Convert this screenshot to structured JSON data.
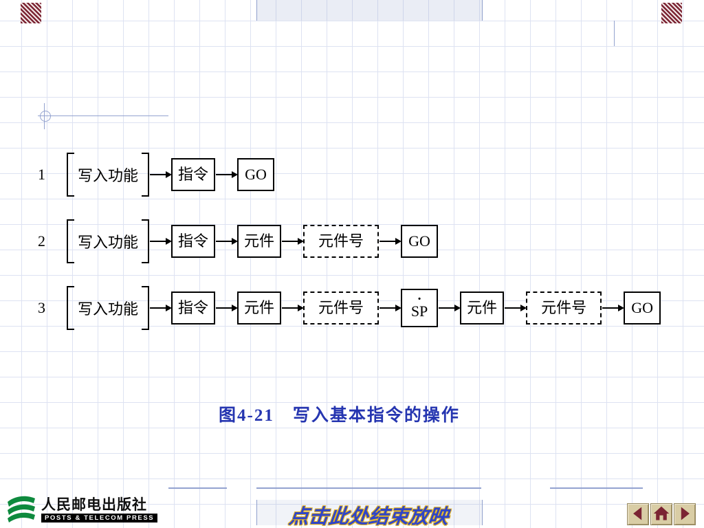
{
  "caption": "图4-21　写入基本指令的操作",
  "diagram": {
    "rows": [
      {
        "num": "1",
        "start": "写入功能",
        "nodes": [
          {
            "label": "指令",
            "style": "solid"
          },
          {
            "label": "GO",
            "style": "solid"
          }
        ]
      },
      {
        "num": "2",
        "start": "写入功能",
        "nodes": [
          {
            "label": "指令",
            "style": "solid"
          },
          {
            "label": "元件",
            "style": "solid"
          },
          {
            "label": "元件号",
            "style": "dashed"
          },
          {
            "label": "GO",
            "style": "solid"
          }
        ]
      },
      {
        "num": "3",
        "start": "写入功能",
        "nodes": [
          {
            "label": "指令",
            "style": "solid"
          },
          {
            "label": "元件",
            "style": "solid"
          },
          {
            "label": "元件号",
            "style": "dashed"
          },
          {
            "label": "SP",
            "style": "solid",
            "top": "·"
          },
          {
            "label": "元件",
            "style": "solid"
          },
          {
            "label": "元件号",
            "style": "dashed"
          },
          {
            "label": "GO",
            "style": "solid"
          }
        ]
      }
    ]
  },
  "footer": {
    "publisher_cn": "人民邮电出版社",
    "publisher_en": "POSTS & TELECOM PRESS",
    "end_show": "点击此处结束放映"
  },
  "nav_icons": {
    "prev": "left-triangle",
    "home": "house",
    "next": "right-triangle"
  },
  "colors": {
    "hatch_maroon": "#7b2433",
    "grid_line": "#dde2f2",
    "accent_line": "#93a2cf",
    "caption_blue": "#2535b0",
    "endshow_blue": "#2f45c8",
    "endshow_gold": "#e3b220",
    "button_tan": "#d9cda5",
    "glyph_maroon": "#7b2433",
    "logo_green": "#0e8a3e"
  }
}
